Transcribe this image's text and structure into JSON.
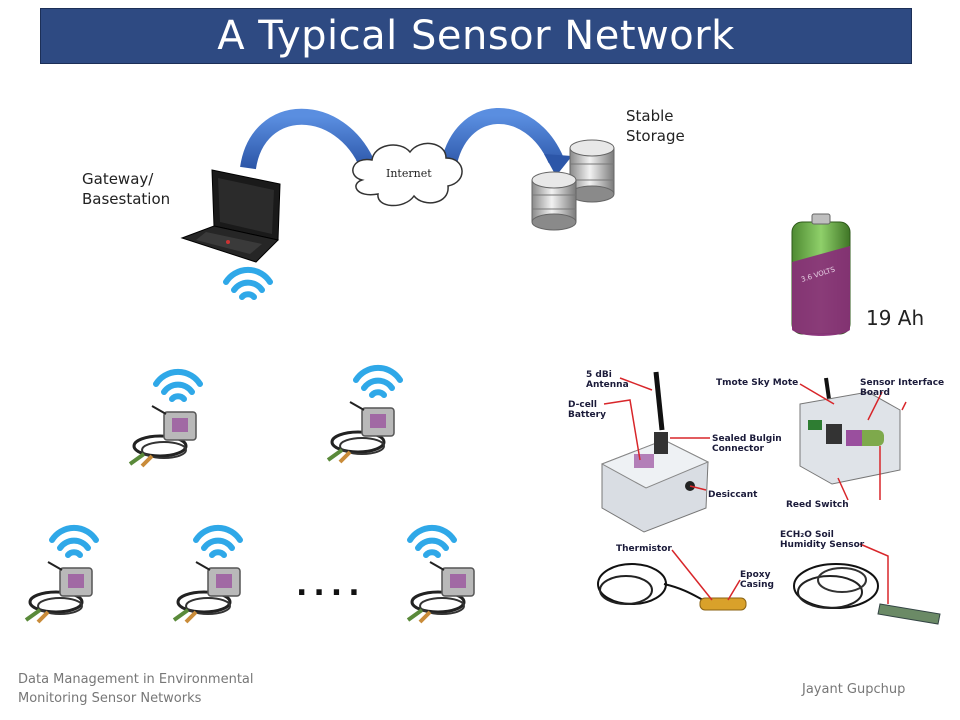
{
  "title": "A Typical Sensor Network",
  "labels": {
    "gateway": "Gateway/\nBasestation",
    "internet": "Internet",
    "storage": "Stable\nStorage",
    "battery_capacity": "19 Ah",
    "battery_print": "3.6 VOLTS",
    "ellipsis": "...."
  },
  "hardware_callouts": {
    "antenna": "5 dBi\nAntenna",
    "dcell": "D-cell\nBattery",
    "tmote": "Tmote Sky Mote",
    "sensor_board": "Sensor Interface\nBoard",
    "bulgin": "Sealed Bulgin\nConnector",
    "desiccant": "Desiccant",
    "reed": "Reed Switch",
    "thermistor": "Thermistor",
    "soil": "ECH₂O Soil\nHumidity Sensor",
    "epoxy": "Epoxy\nCasing"
  },
  "footer": {
    "left": "Data Management in Environmental\nMonitoring Sensor Networks",
    "right": "Jayant Gupchup"
  },
  "colors": {
    "title_bg": "#2e4a82",
    "arrow": "#3566c0",
    "wifi": "#2fa8e8",
    "battery_green": "#6bb04a",
    "battery_purple": "#8a2b7a",
    "callout_line": "#d8262a"
  },
  "icons": [
    "laptop-icon",
    "cloud-icon",
    "database-icon",
    "wifi-icon",
    "sensor-node-icon",
    "battery-icon"
  ]
}
